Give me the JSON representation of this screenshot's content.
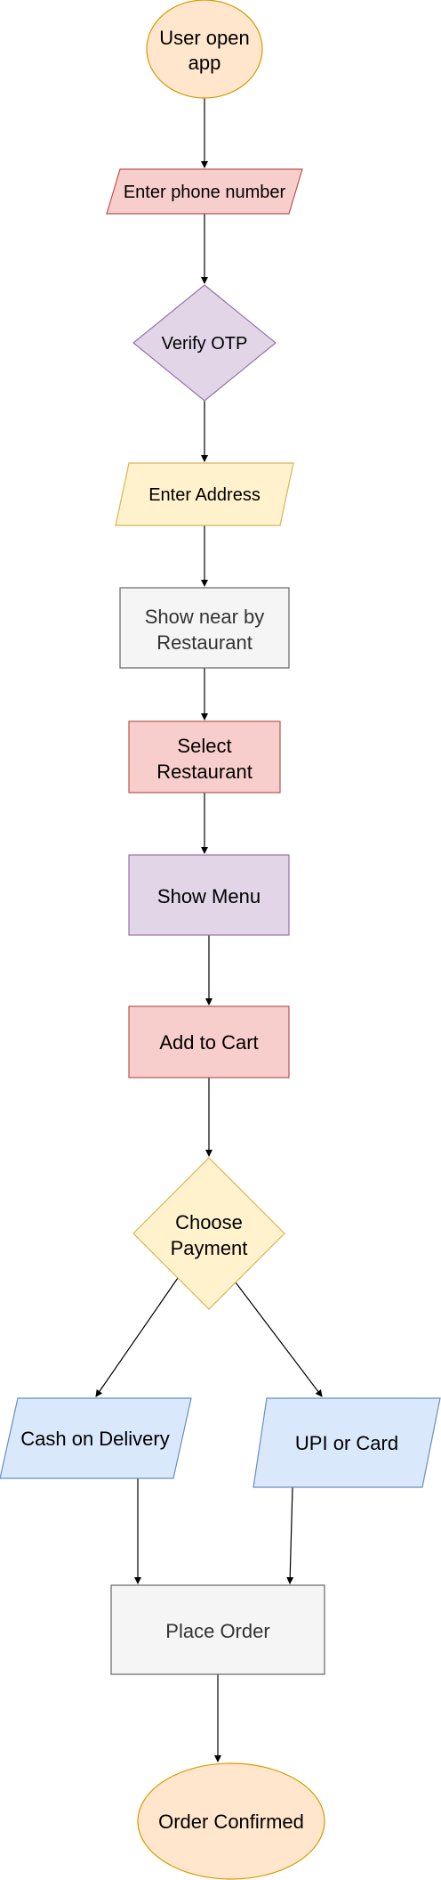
{
  "nodes": {
    "user_open_app": {
      "label_line1": "User open",
      "label_line2": "app",
      "fill": "#ffe6cc",
      "stroke": "#d79b00",
      "text_color": "#000000"
    },
    "enter_phone": {
      "label": "Enter phone number",
      "fill": "#f8cecc",
      "stroke": "#b85450",
      "text_color": "#000000"
    },
    "verify_otp": {
      "label": "Verify OTP",
      "fill": "#e1d5e7",
      "stroke": "#9673a6",
      "text_color": "#000000"
    },
    "enter_address": {
      "label": "Enter Address",
      "fill": "#fff2cc",
      "stroke": "#d6b656",
      "text_color": "#000000"
    },
    "show_nearby": {
      "label_line1": "Show near by",
      "label_line2": "Restaurant",
      "fill": "#f5f5f5",
      "stroke": "#666666",
      "text_color": "#333333"
    },
    "select_restaurant": {
      "label_line1": "Select",
      "label_line2": "Restaurant",
      "fill": "#f8cecc",
      "stroke": "#b85450",
      "text_color": "#000000"
    },
    "show_menu": {
      "label": "Show Menu",
      "fill": "#e1d5e7",
      "stroke": "#9673a6",
      "text_color": "#000000"
    },
    "add_to_cart": {
      "label": "Add to Cart",
      "fill": "#f8cecc",
      "stroke": "#b85450",
      "text_color": "#000000"
    },
    "choose_payment": {
      "label_line1": "Choose",
      "label_line2": "Payment",
      "fill": "#fff2cc",
      "stroke": "#d6b656",
      "text_color": "#000000"
    },
    "cash_on_delivery": {
      "label": "Cash on Delivery",
      "fill": "#dae8fc",
      "stroke": "#6c8ebf",
      "text_color": "#000000"
    },
    "upi_or_card": {
      "label": "UPI or Card",
      "fill": "#dae8fc",
      "stroke": "#6c8ebf",
      "text_color": "#000000"
    },
    "place_order": {
      "label": "Place Order",
      "fill": "#f5f5f5",
      "stroke": "#666666",
      "text_color": "#333333"
    },
    "order_confirmed": {
      "label": "Order Confirmed",
      "fill": "#ffe6cc",
      "stroke": "#d79b00",
      "text_color": "#000000"
    }
  },
  "edge_color": "#000000"
}
